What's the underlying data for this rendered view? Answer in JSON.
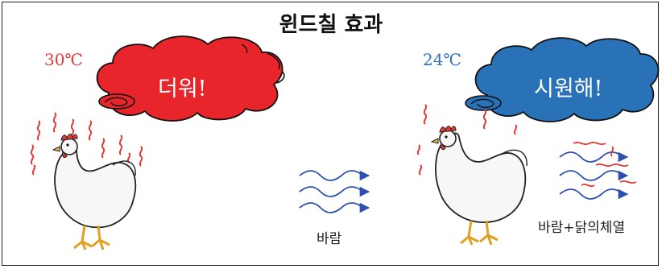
{
  "title": "윈드칠 효과",
  "left_panel": {
    "temperature": "30℃",
    "speech": "더워!",
    "bubble_color": "#e8252b"
  },
  "right_panel": {
    "temperature": "24℃",
    "speech": "시원해!",
    "bubble_color": "#2a72b8"
  },
  "wind_label": "바람",
  "wind_heat_label": "바람+닭의체열",
  "colors": {
    "heat_wave": "#e53935",
    "wind_arrow": "#2f4fb0",
    "temperature_hot": "#e53935",
    "temperature_cool": "#2e6fb5"
  },
  "icons": [
    "chicken-hot",
    "chicken-cool",
    "thought-bubble-red",
    "thought-bubble-blue",
    "wind-arrow",
    "heat-wave"
  ]
}
